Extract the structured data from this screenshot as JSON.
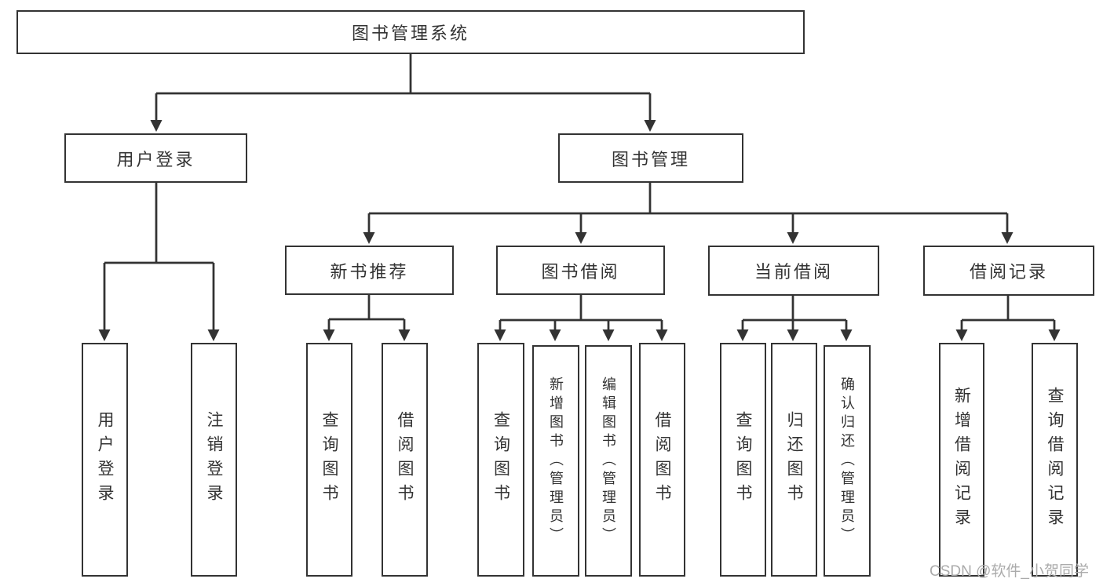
{
  "diagram": {
    "title": "图书管理系统",
    "user_login": {
      "label": "用户登录",
      "children": {
        "login": "用户登录",
        "logout": "注销登录"
      }
    },
    "book_mgmt": {
      "label": "图书管理",
      "new_book_rec": {
        "label": "新书推荐",
        "children": {
          "query": "查询图书",
          "borrow": "借阅图书"
        }
      },
      "book_borrow": {
        "label": "图书借阅",
        "children": {
          "query": "查询图书",
          "add": "新增图书（管理员）",
          "edit": "编辑图书（管理员）",
          "borrow": "借阅图书"
        }
      },
      "current_borrow": {
        "label": "当前借阅",
        "children": {
          "query": "查询图书",
          "return": "归还图书",
          "confirm": "确认归还（管理员）"
        }
      },
      "borrow_records": {
        "label": "借阅记录",
        "children": {
          "add": "新增借阅记录",
          "query": "查询借阅记录"
        }
      }
    }
  },
  "watermark": {
    "text": "CSDN @软件_小贺同学"
  },
  "colors": {
    "line": "#333333",
    "text": "#333333",
    "background": "#ffffff",
    "watermark": "#ababab"
  }
}
